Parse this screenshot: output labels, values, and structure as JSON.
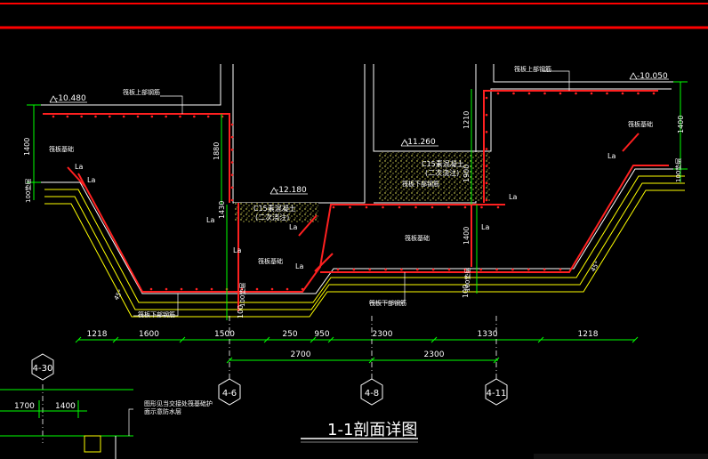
{
  "elevations": {
    "left_top": "-10.480",
    "right_top": "-10.050",
    "mid_step": "-12.180",
    "center_pit": "-11.260"
  },
  "notes": {
    "top_rebar_left": "筏板上部钢筋",
    "top_rebar_right": "筏板上部钢筋",
    "bottom_rebar_left": "筏板下部钢筋",
    "bottom_rebar_center": "筏板下部钢筋",
    "raft_foundation": "筏板基础",
    "c15_left_line1": "C15素混凝土",
    "c15_left_line2": "(二次浇注)",
    "c15_right_line1": "C15素混凝土",
    "c15_right_line2": "(二次浇注)",
    "raft_rebar_inner": "筏板下部钢筋",
    "waterproof_note_line1": "图形见当交接处筏基础护",
    "waterproof_note_line2": "面示意防水层"
  },
  "lap_label": "La",
  "layer_label": "100垫层",
  "vertical_dims": {
    "left_1400": "1400",
    "left_1880": "1880",
    "left_1430": "1430",
    "center_1210": "1210",
    "center_1900": "1900",
    "center_1400": "1400",
    "right_1400": "1400",
    "bottom_100_a": "100",
    "bottom_100_b": "100"
  },
  "angle_label": "45°",
  "dims_row1": [
    "1218",
    "1600",
    "1500",
    "250",
    "950",
    "2300",
    "1330",
    "1218"
  ],
  "dims_row2": [
    "2700",
    "2300"
  ],
  "axes": [
    "4-6",
    "4-8",
    "4-11"
  ],
  "axis_bottom_left": "4-30",
  "mini_dims": [
    "1700",
    "1400"
  ],
  "title": "1-1剖面详图",
  "colors": {
    "background": "#000000",
    "rebar": "#ff2020",
    "concrete": "#ffffff",
    "dimension": "#00ff00",
    "text": "#ffffff",
    "yellow": "#ffff00",
    "frame_red": "#ff0000",
    "axis": "#ffffff"
  }
}
